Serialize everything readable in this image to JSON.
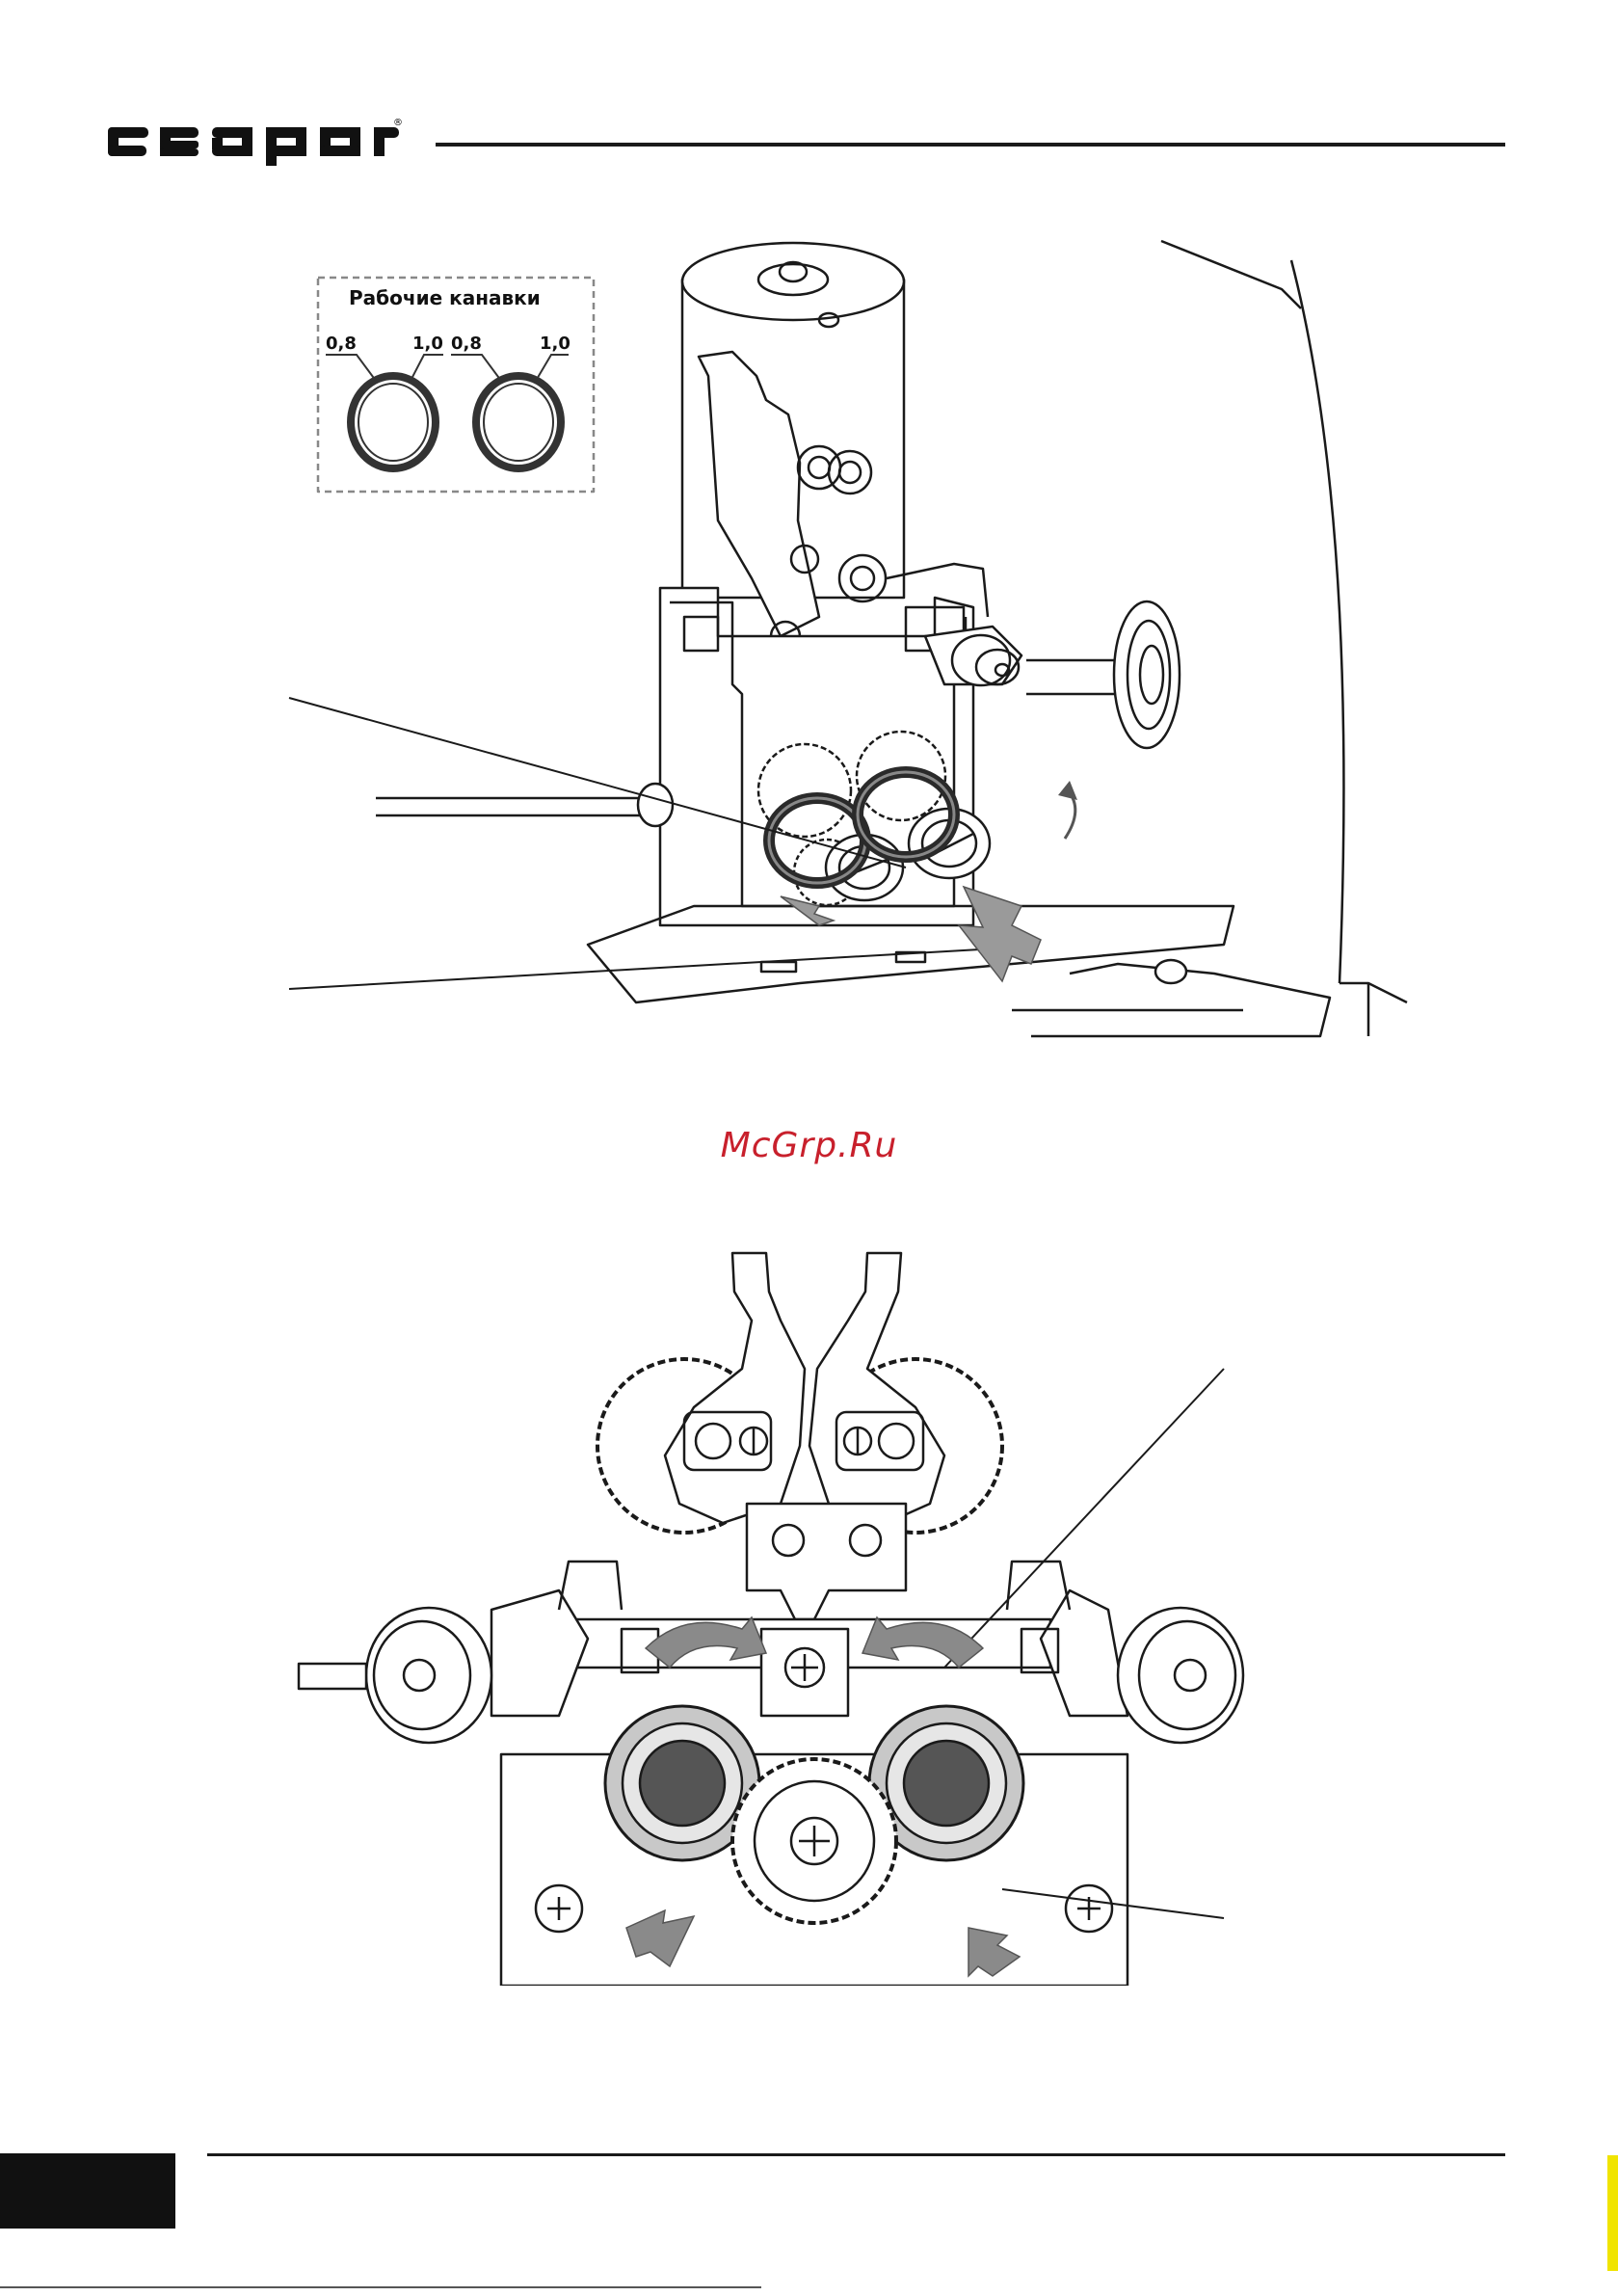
{
  "header": {
    "logo_text": "сварог",
    "logo_mark": "®"
  },
  "figure_top": {
    "inset": {
      "title": "Рабочие канавки",
      "rings": [
        {
          "left_label": "0,8",
          "right_label": "1,0"
        },
        {
          "left_label": "0,8",
          "right_label": "1,0"
        }
      ]
    }
  },
  "watermark": "McGrp.Ru",
  "colors": {
    "watermark": "#c8202c",
    "arrow": "#9a9a9a",
    "ink": "#1a1a1a",
    "page_tab": "#111111",
    "edge_mark": "#f0e400"
  }
}
